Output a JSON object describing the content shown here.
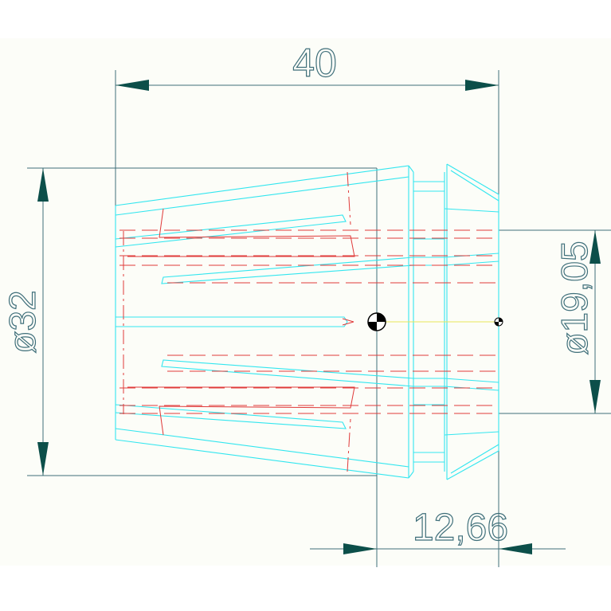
{
  "drawing": {
    "background": "#ffffff",
    "paper_color": "#fcfdf8",
    "colors": {
      "visible_lines": "#33e6ef",
      "hidden_lines": "#e03a3a",
      "dimensions": "#3f6f7a",
      "arrows": "#0c4f4a",
      "axis": "#e8e85a"
    },
    "dimensions": {
      "overall_length": "40",
      "body_diameter": "ø32",
      "bore_diameter": "ø19,05",
      "nose_length": "12,66"
    }
  }
}
